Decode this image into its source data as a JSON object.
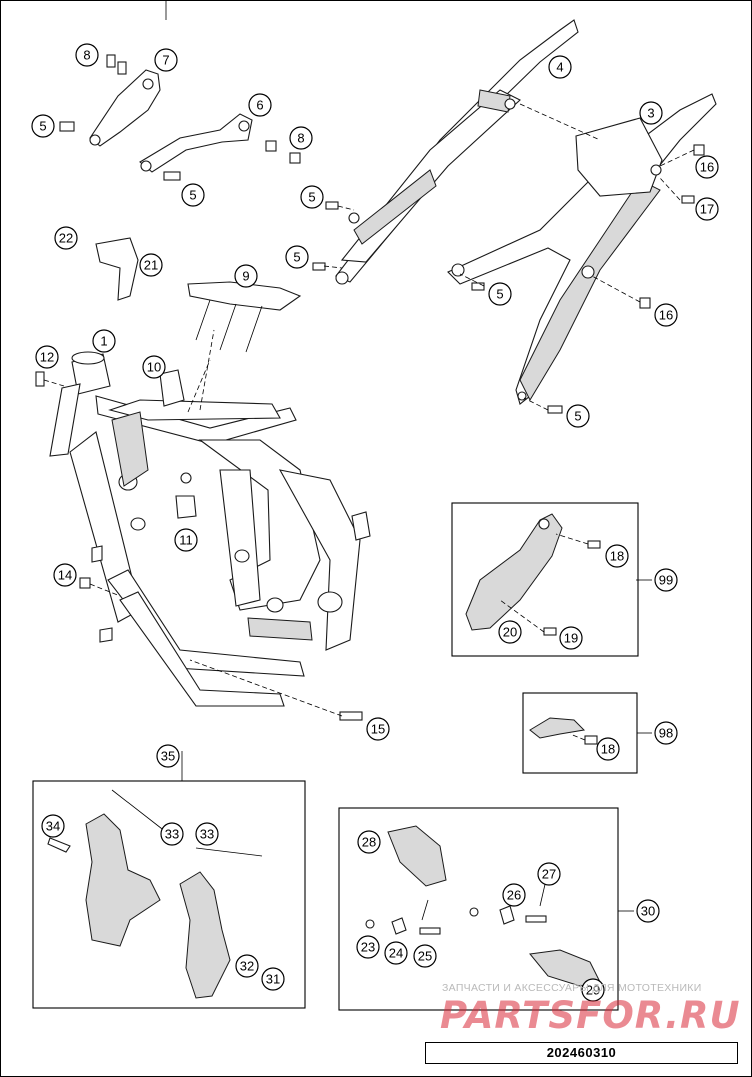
{
  "callouts": [
    {
      "label": "8"
    },
    {
      "label": "7"
    },
    {
      "label": "5"
    },
    {
      "label": "6"
    },
    {
      "label": "8"
    },
    {
      "label": "5"
    },
    {
      "label": "4"
    },
    {
      "label": "3"
    },
    {
      "label": "16"
    },
    {
      "label": "5"
    },
    {
      "label": "17"
    },
    {
      "label": "5"
    },
    {
      "label": "22"
    },
    {
      "label": "21"
    },
    {
      "label": "9"
    },
    {
      "label": "5"
    },
    {
      "label": "16"
    },
    {
      "label": "1"
    },
    {
      "label": "12"
    },
    {
      "label": "10"
    },
    {
      "label": "5"
    },
    {
      "label": "11"
    },
    {
      "label": "14"
    },
    {
      "label": "18"
    },
    {
      "label": "99"
    },
    {
      "label": "20"
    },
    {
      "label": "19"
    },
    {
      "label": "15"
    },
    {
      "label": "98"
    },
    {
      "label": "18"
    },
    {
      "label": "35"
    },
    {
      "label": "34"
    },
    {
      "label": "33"
    },
    {
      "label": "33"
    },
    {
      "label": "28"
    },
    {
      "label": "27"
    },
    {
      "label": "26"
    },
    {
      "label": "30"
    },
    {
      "label": "23"
    },
    {
      "label": "24"
    },
    {
      "label": "25"
    },
    {
      "label": "32"
    },
    {
      "label": "31"
    },
    {
      "label": "29"
    }
  ],
  "document_number": "202460310",
  "watermark": {
    "tagline": "ЗАПЧАСТИ И АКСЕССУАРЫ ДЛЯ МОТОТЕХНИКИ",
    "brand": "PARTSFOR.RU"
  }
}
